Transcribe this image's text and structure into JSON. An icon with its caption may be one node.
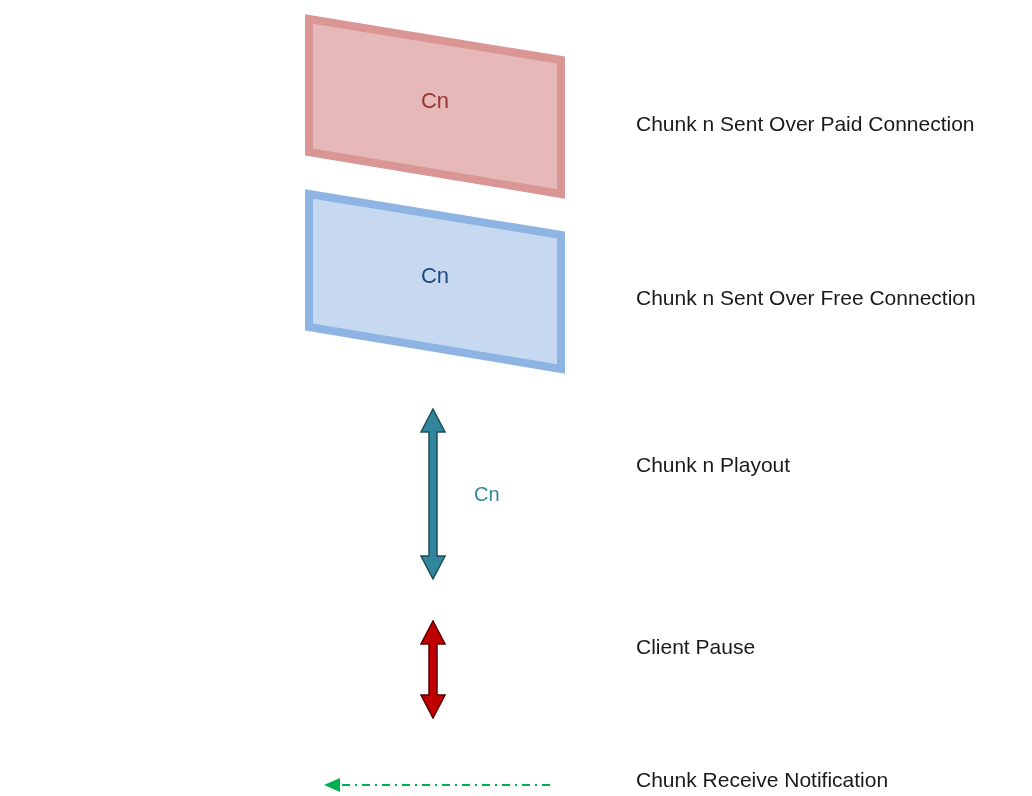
{
  "diagram": {
    "nodes": [
      {
        "text": [
          "Cn"
        ]
      },
      {
        "text": [
          "Cn"
        ]
      }
    ],
    "labels": [
      "Cn"
    ],
    "legend": [
      {
        "text": "Chunk n Sent Over Paid Connection"
      },
      {
        "text": "Chunk n Sent Over Free Connection"
      },
      {
        "text": "Chunk n Playout"
      },
      {
        "text": "Client Pause"
      },
      {
        "text": "Chunk Receive Notification"
      }
    ]
  }
}
